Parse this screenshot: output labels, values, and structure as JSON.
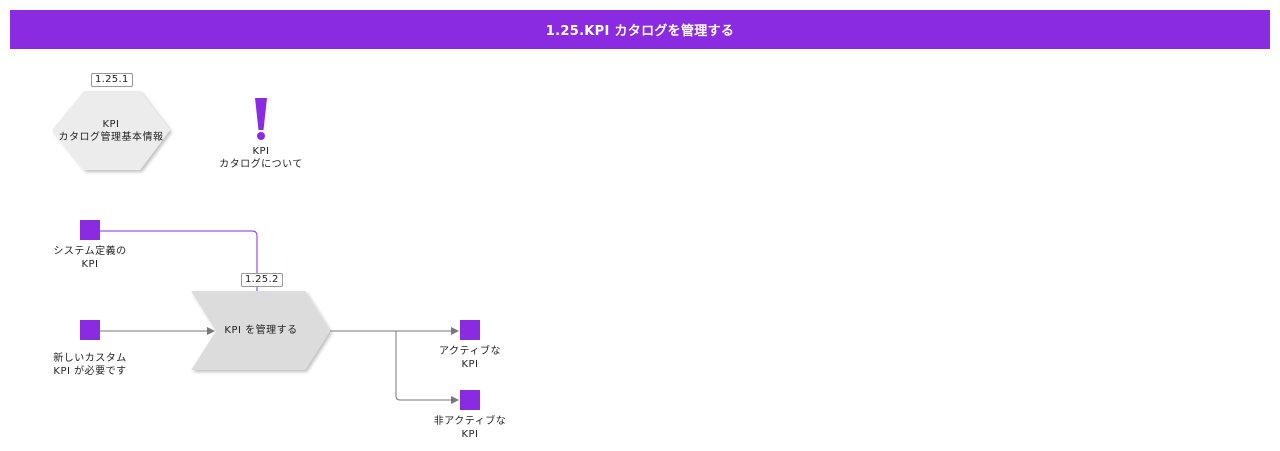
{
  "title": "1.25.KPI カタログを管理する",
  "colors": {
    "accent": "#8a2be2",
    "hexagon": "#ececec",
    "process": "#dcdcdc",
    "connector": "#777777"
  },
  "nodes": {
    "hexagon": {
      "badge": "1.25.1",
      "line1": "KPI",
      "line2": "カタログ管理基本情報"
    },
    "info": {
      "icon": "exclamation-icon",
      "line1": "KPI",
      "line2": "カタログについて"
    },
    "event_system": {
      "line1": "システム定義の",
      "line2": "KPI"
    },
    "event_new": {
      "line1": "新しいカスタム",
      "line2": "KPI が必要です"
    },
    "process": {
      "badge": "1.25.2",
      "label": "KPI を管理する"
    },
    "event_active": {
      "line1": "アクティブな",
      "line2": "KPI"
    },
    "event_inactive": {
      "line1": "非アクティブな",
      "line2": "KPI"
    }
  }
}
